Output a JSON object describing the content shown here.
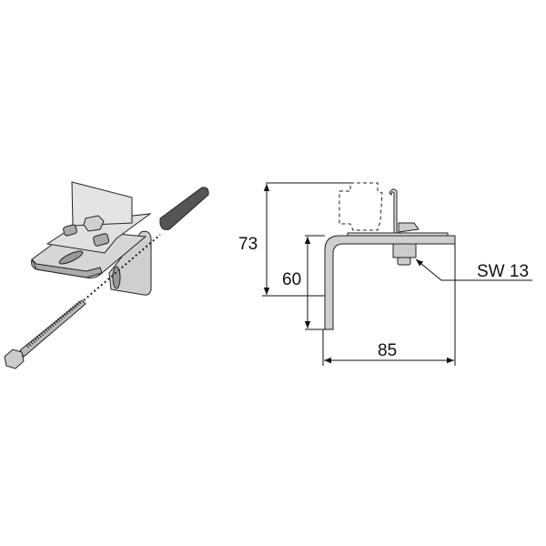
{
  "dimensions": {
    "height_total": "73",
    "height_bracket": "60",
    "width": "85",
    "wrench_size": "SW 13"
  },
  "colors": {
    "line": "#111111",
    "metal": "#c8c8c8",
    "metal_dark": "#8a8a8a",
    "plug": "#555555"
  }
}
